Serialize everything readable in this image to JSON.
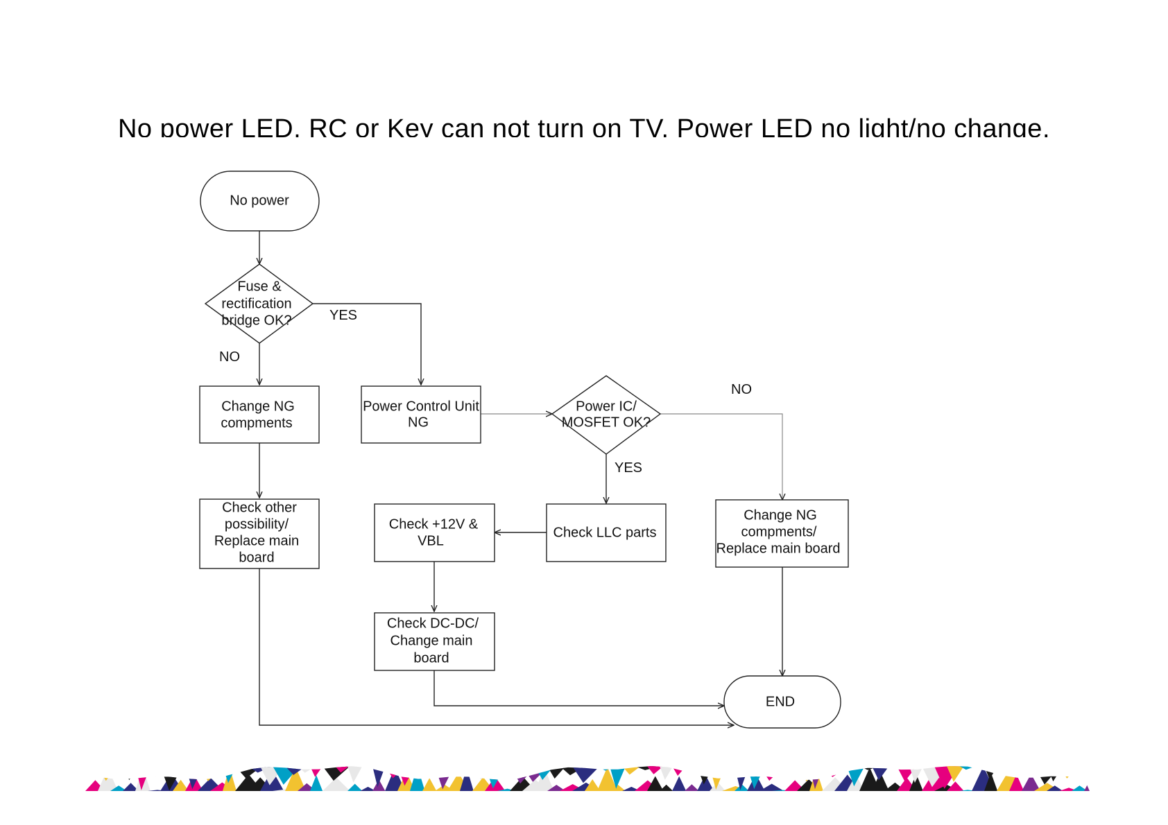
{
  "slide": {
    "title": "No power LED, RC or Key can not turn on TV. Power LED no light/no change."
  },
  "nodes": {
    "start": "No power",
    "fuse_check": [
      "Fuse &",
      "rectification",
      "bridge OK?"
    ],
    "change_ng": [
      "Change NG",
      "compments"
    ],
    "power_control": [
      "Power Control Unit",
      "NG"
    ],
    "check_other": [
      "Check other",
      "possibility/",
      "Replace main",
      "board"
    ],
    "power_ic": [
      "Power IC/",
      "MOSFET OK?"
    ],
    "check_12v": [
      "Check +12V &",
      "VBL"
    ],
    "check_llc": "Check LLC parts",
    "change_replace": [
      "Change NG",
      "compments/",
      "Replace main board"
    ],
    "check_dcdc": [
      "Check DC-DC/",
      "Change main",
      "board"
    ],
    "end": "END"
  },
  "edge_labels": {
    "fuse_yes": "YES",
    "fuse_no": "NO",
    "ic_no": "NO",
    "ic_yes": "YES"
  },
  "colors": {
    "stroke": "#222222",
    "band": [
      "#e6007e",
      "#2b2d7f",
      "#f2c230",
      "#1a1a1a",
      "#00a0c6",
      "#7a2b8f",
      "#e8e8e8"
    ]
  }
}
